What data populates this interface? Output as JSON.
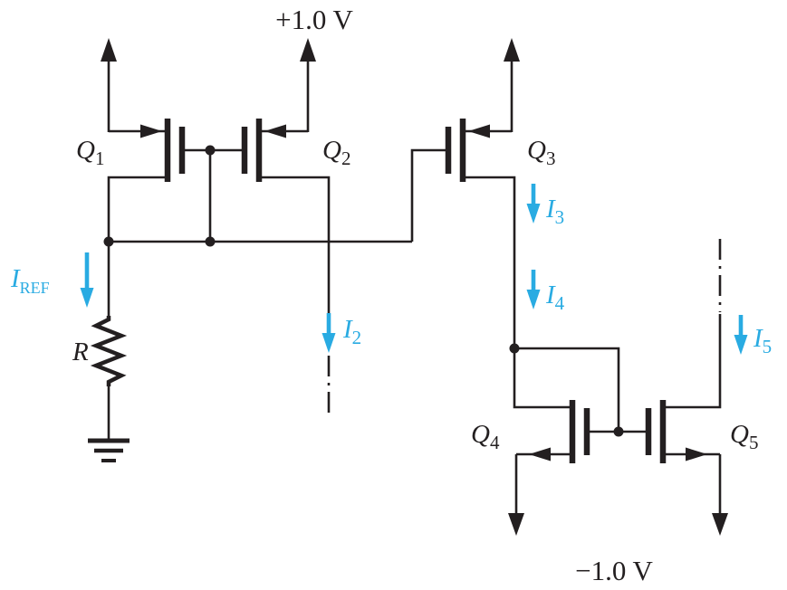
{
  "colors": {
    "wire": "#231f20",
    "current": "#29abe2",
    "background": "#ffffff"
  },
  "labels": {
    "supply_positive": "+1.0 V",
    "supply_negative": "−1.0 V"
  },
  "components": {
    "q1": {
      "main": "Q",
      "sub": "1"
    },
    "q2": {
      "main": "Q",
      "sub": "2"
    },
    "q3": {
      "main": "Q",
      "sub": "3"
    },
    "q4": {
      "main": "Q",
      "sub": "4"
    },
    "q5": {
      "main": "Q",
      "sub": "5"
    },
    "resistor": {
      "label": "R"
    }
  },
  "currents": {
    "iref": {
      "main": "I",
      "sub": "REF"
    },
    "i2": {
      "main": "I",
      "sub": "2"
    },
    "i3": {
      "main": "I",
      "sub": "3"
    },
    "i4": {
      "main": "I",
      "sub": "4"
    },
    "i5": {
      "main": "I",
      "sub": "5"
    }
  }
}
